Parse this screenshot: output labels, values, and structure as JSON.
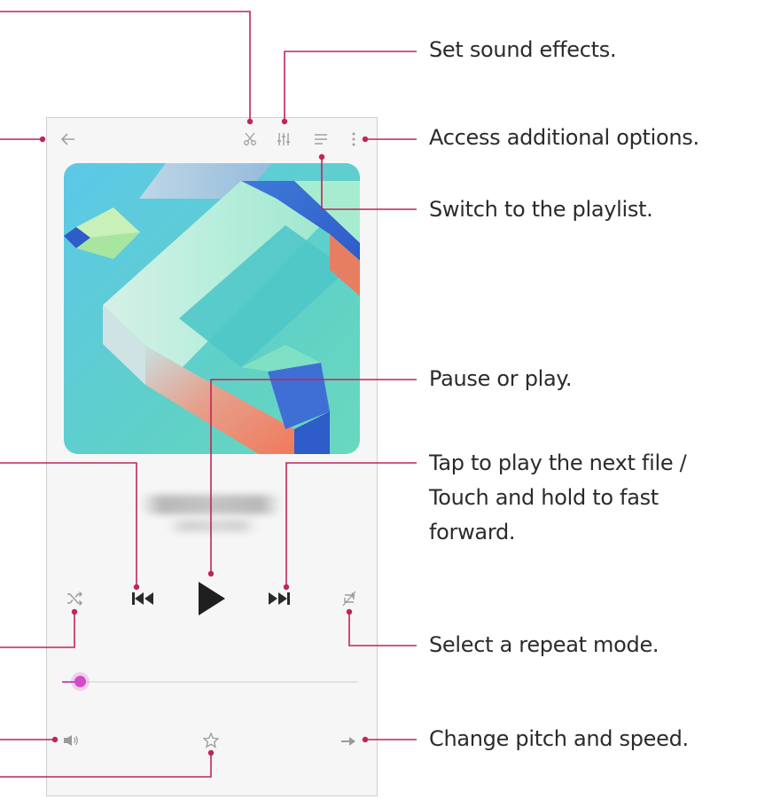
{
  "callouts": {
    "sound_effects": "Set sound effects.",
    "more_options": "Access additional options.",
    "playlist": "Switch to the playlist.",
    "pause_play": "Pause or play.",
    "next_line1": "Tap to play the next file /",
    "next_line2": "Touch and hold to fast",
    "next_line3": "forward.",
    "repeat": "Select a repeat mode.",
    "pitch_speed": "Change pitch and speed."
  },
  "player": {
    "progress": 0.06,
    "icons": {
      "back": "arrow-left-icon",
      "scissors": "scissors-icon",
      "equalizer": "equalizer-icon",
      "playlist": "playlist-icon",
      "more": "more-vertical-icon",
      "shuffle": "shuffle-icon",
      "previous": "previous-track-icon",
      "play": "play-icon",
      "next": "next-track-icon",
      "repeat": "repeat-icon",
      "volume": "volume-icon",
      "favorite": "star-icon",
      "pitch": "pitch-speed-icon"
    }
  },
  "colors": {
    "leader": "#c0245a",
    "control": "#2a2a2a",
    "icon": "#9a9a9a",
    "seek": "#d24bc6"
  }
}
